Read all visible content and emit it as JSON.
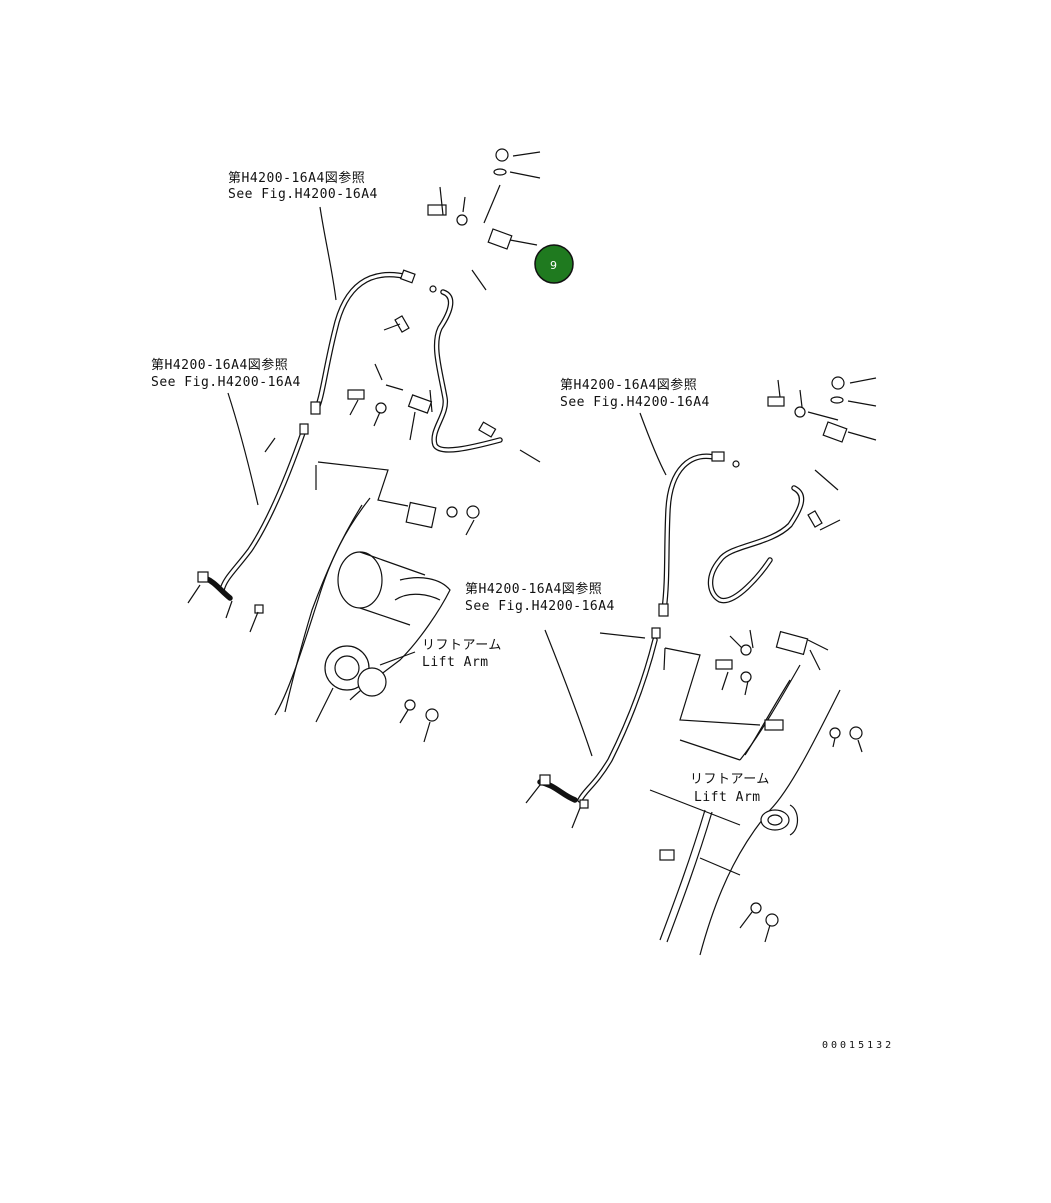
{
  "references": [
    {
      "jp": "第H4200-16A4図参照",
      "en": "See Fig.H4200-16A4"
    },
    {
      "jp": "第H4200-16A4図参照",
      "en": "See Fig.H4200-16A4"
    },
    {
      "jp": "第H4200-16A4図参照",
      "en": "See Fig.H4200-16A4"
    },
    {
      "jp": "第H4200-16A4図参照",
      "en": "See Fig.H4200-16A4"
    }
  ],
  "lift_arm_labels": [
    {
      "jp": "リフトアーム",
      "en": "Lift Arm"
    },
    {
      "jp": "リフトアーム",
      "en": "Lift Arm"
    }
  ],
  "highlight_callout": {
    "number": "9",
    "color": "#1f7a1f"
  },
  "drawing_number": "00015132"
}
